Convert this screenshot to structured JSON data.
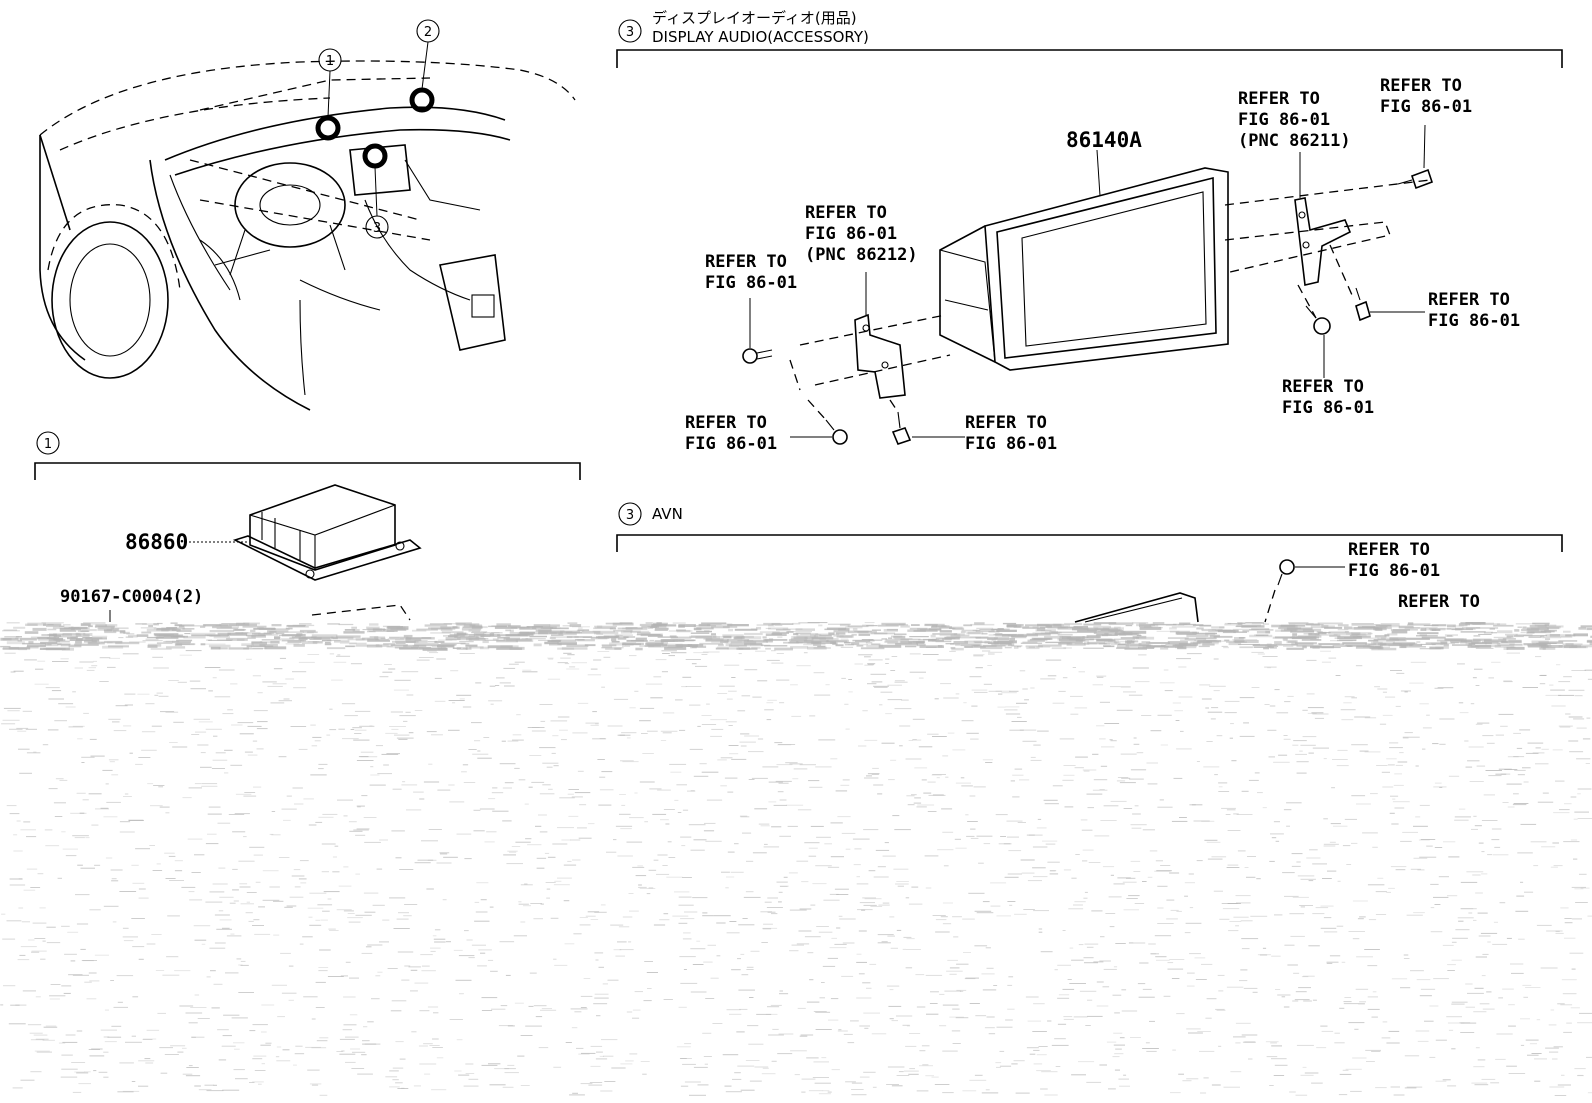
{
  "overview": {
    "callouts": [
      "1",
      "2",
      "3"
    ]
  },
  "sections": {
    "display_audio": {
      "number": "3",
      "title_jp": "ディスプレイオーディオ(用品)",
      "title_en": "DISPLAY AUDIO(ACCESSORY)"
    },
    "section_1": {
      "number": "1"
    },
    "avn": {
      "number": "3",
      "title": "AVN"
    }
  },
  "parts": {
    "display_unit": "86140A",
    "ecu": "86860",
    "screw": "90167-C0004(2)"
  },
  "refs": {
    "bracket_right": [
      "REFER TO",
      "FIG 86-01",
      "(PNC 86211)"
    ],
    "bolt_top_right": [
      "REFER TO",
      "FIG 86-01"
    ],
    "bracket_left": [
      "REFER TO",
      "FIG 86-01",
      "(PNC 86212)"
    ],
    "bolt_left": [
      "REFER TO",
      "FIG 86-01"
    ],
    "bolt_right_mid": [
      "REFER TO",
      "FIG 86-01"
    ],
    "bolt_right_low": [
      "REFER TO",
      "FIG 86-01"
    ],
    "bolt_left_low": [
      "REFER TO",
      "FIG 86-01"
    ],
    "bolt_mid_low": [
      "REFER TO",
      "FIG 86-01"
    ],
    "avn_bolt": [
      "REFER TO",
      "FIG 86-01"
    ],
    "avn_partial": [
      "REFER TO"
    ]
  },
  "colors": {
    "ink": "#000000",
    "paper": "#ffffff",
    "noise": "#b4b4b4"
  }
}
